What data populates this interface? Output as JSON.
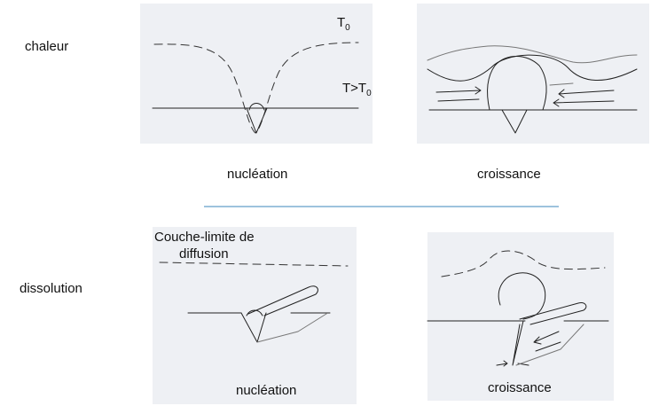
{
  "rows": {
    "heat_label": "chaleur",
    "dissolution_label": "dissolution"
  },
  "top_left": {
    "temp_symbol": "T",
    "temp_subscript": "0",
    "temp_relation_left": "T>T",
    "temp_relation_subscript": "0",
    "caption": "nucléation"
  },
  "top_right": {
    "caption": "croissance"
  },
  "bottom_left": {
    "boundary_label_line1": "Couche-limite de",
    "boundary_label_line2": "diffusion",
    "caption": "nucléation"
  },
  "bottom_right": {
    "caption": "croissance"
  }
}
